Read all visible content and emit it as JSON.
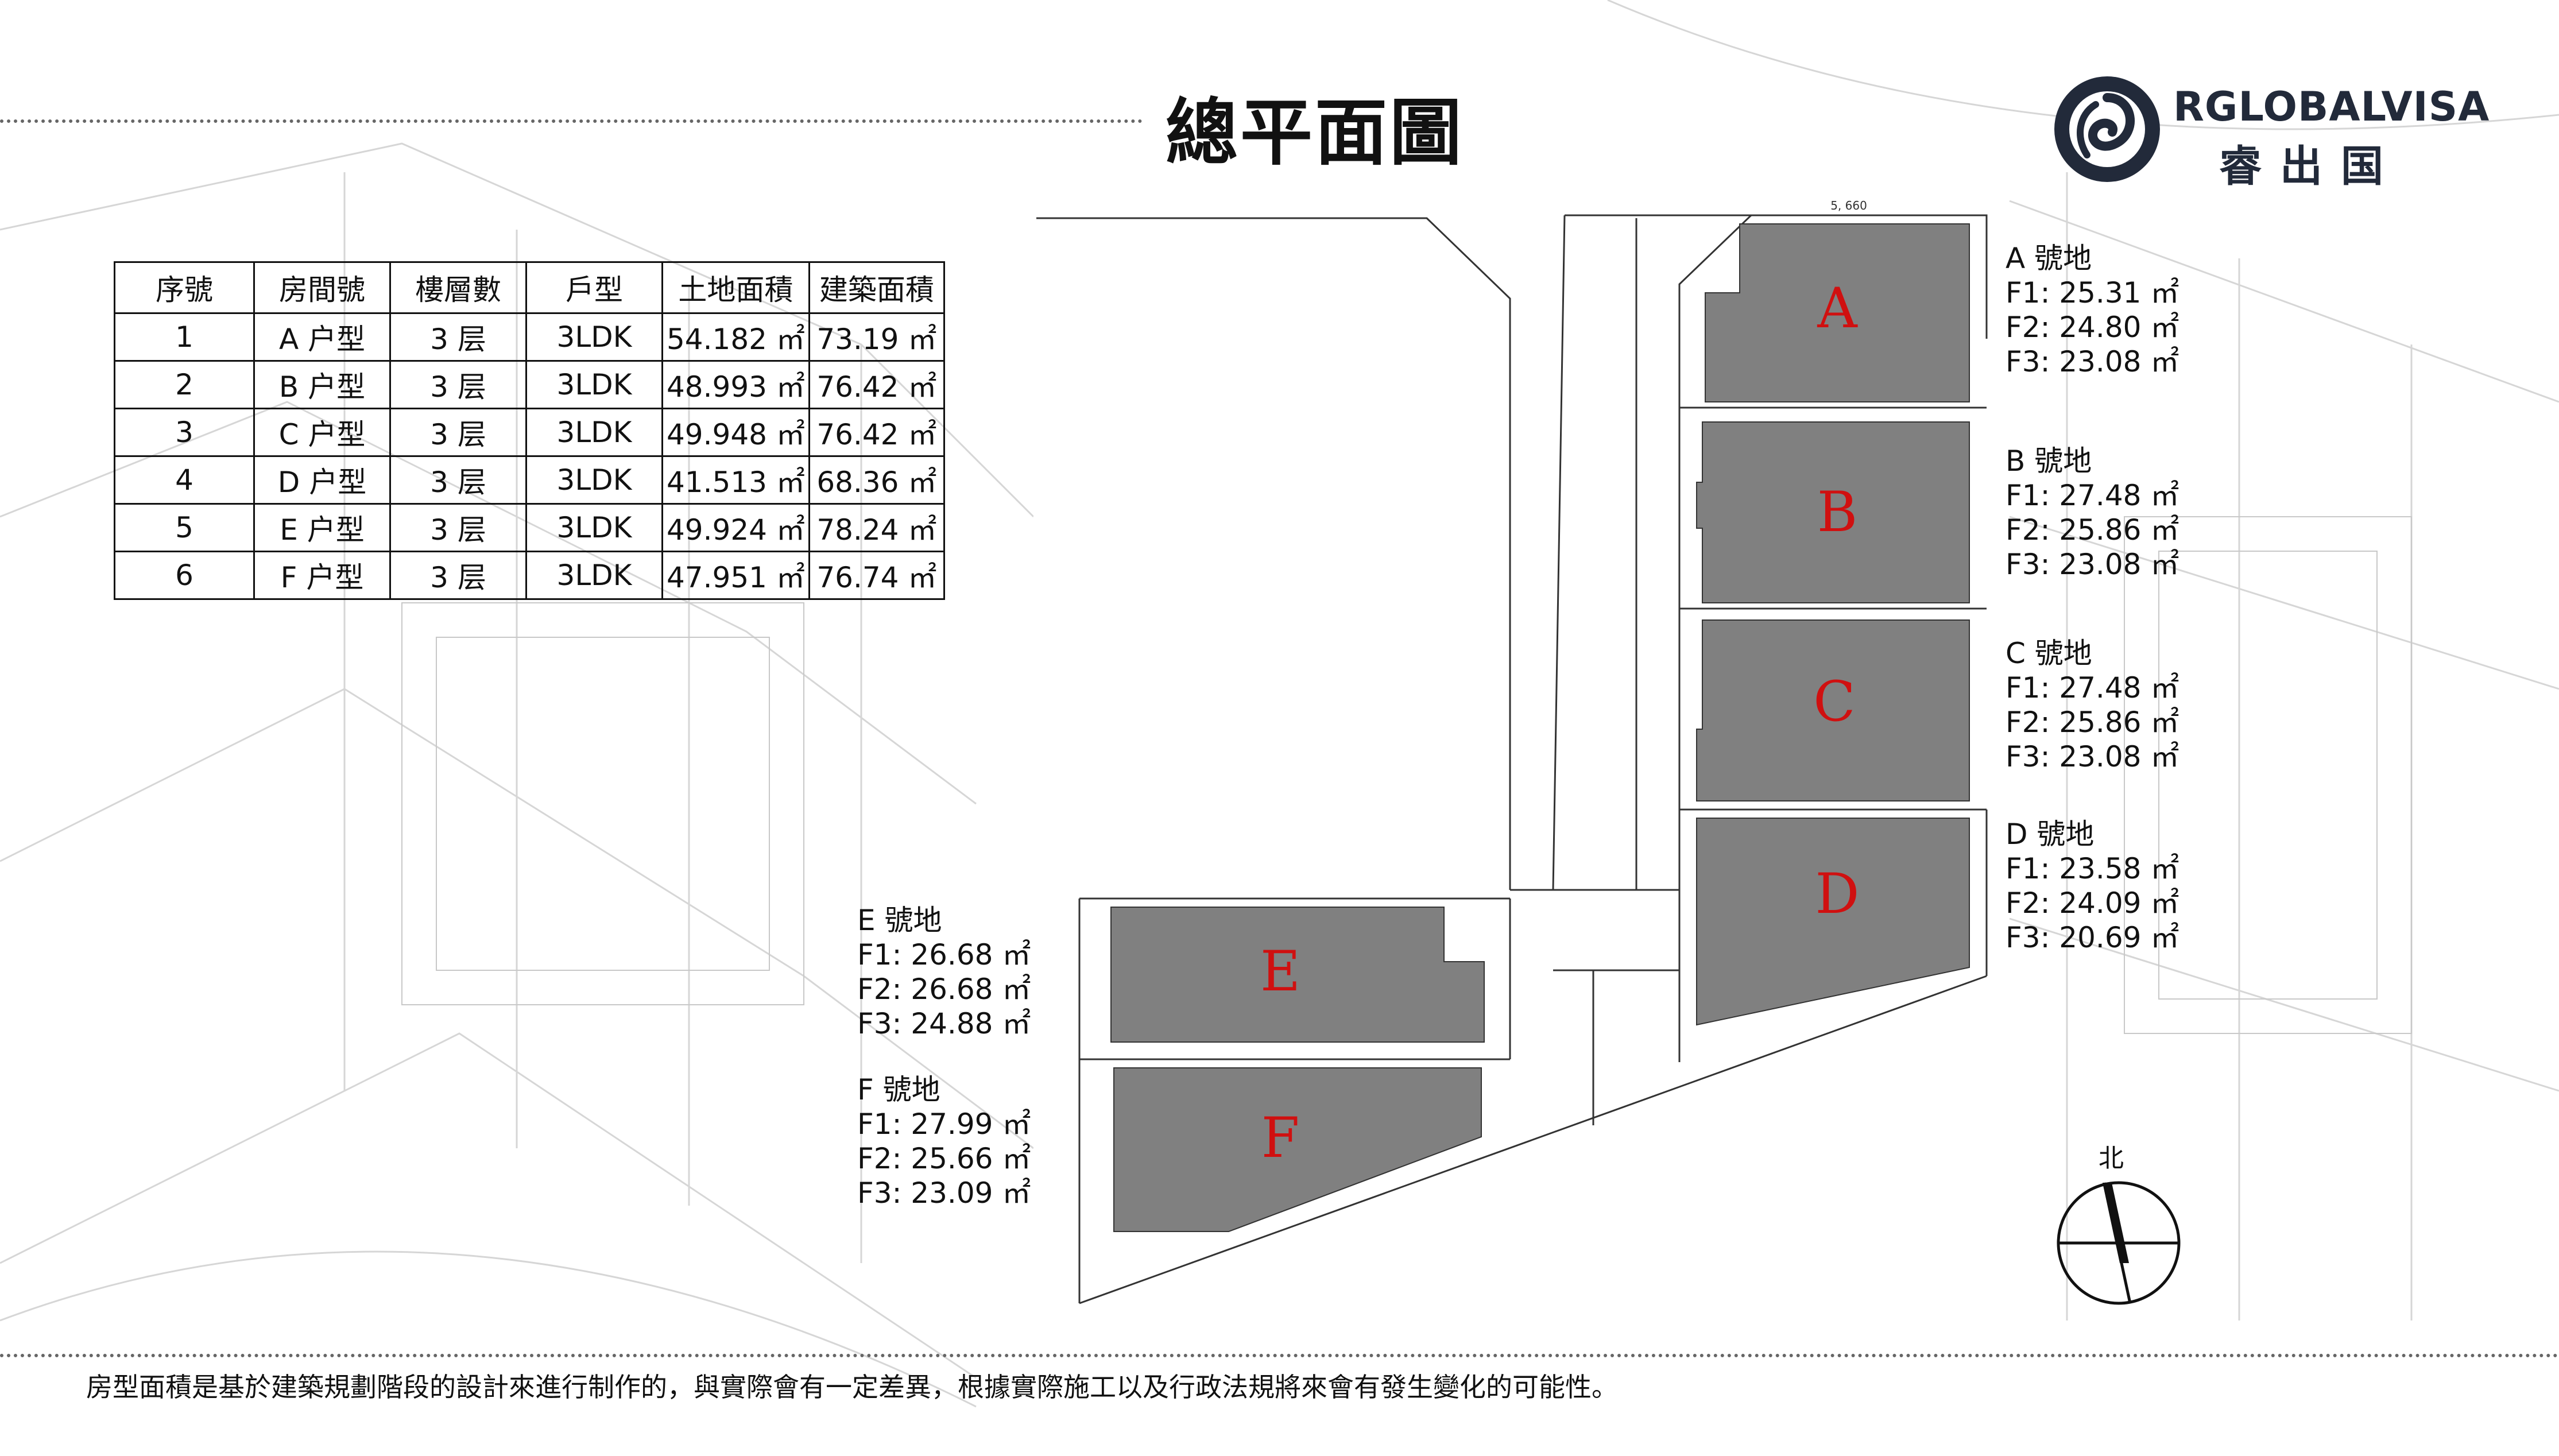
{
  "page": {
    "title": "總平面圖",
    "footnote": "房型面積是基於建築規劃階段的設計來進行制作的，與實際會有一定差異，根據實際施工以及行政法規將來會有發生變化的可能性。"
  },
  "logo": {
    "name_en": "RGLOBALVISA",
    "name_cn": "睿出国",
    "icon": "swirl-logo-icon",
    "color": "#222a3a"
  },
  "table": {
    "headers": [
      "序號",
      "房間號",
      "樓層數",
      "戶型",
      "土地面積",
      "建築面積"
    ],
    "rows": [
      [
        "1",
        "A 户型",
        "3 层",
        "3LDK",
        "54.182 ㎡",
        "73.19 ㎡"
      ],
      [
        "2",
        "B 户型",
        "3 层",
        "3LDK",
        "48.993 ㎡",
        "76.42 ㎡"
      ],
      [
        "3",
        "C 户型",
        "3 层",
        "3LDK",
        "49.948 ㎡",
        "76.42 ㎡"
      ],
      [
        "4",
        "D 户型",
        "3 层",
        "3LDK",
        "41.513 ㎡",
        "68.36 ㎡"
      ],
      [
        "5",
        "E 户型",
        "3 层",
        "3LDK",
        "49.924 ㎡",
        "78.24 ㎡"
      ],
      [
        "6",
        "F 户型",
        "3 层",
        "3LDK",
        "47.951 ㎡",
        "76.74 ㎡"
      ]
    ]
  },
  "lots": [
    {
      "title": "A 號地",
      "f1": "F1:  25.31 ㎡",
      "f2": "F2:  24.80 ㎡",
      "f3": "F3:  23.08 ㎡"
    },
    {
      "title": "B 號地",
      "f1": "F1:  27.48 ㎡",
      "f2": "F2:  25.86 ㎡",
      "f3": "F3:  23.08 ㎡"
    },
    {
      "title": "C 號地",
      "f1": "F1:  27.48 ㎡",
      "f2": "F2:  25.86 ㎡",
      "f3": "F3:  23.08 ㎡"
    },
    {
      "title": "D 號地",
      "f1": "F1:  23.58 ㎡",
      "f2": "F2:  24.09 ㎡",
      "f3": "F3:  20.69 ㎡"
    },
    {
      "title": "E 號地",
      "f1": "F1:  26.68 ㎡",
      "f2": "F2:  26.68 ㎡",
      "f3": "F3:  24.88 ㎡"
    },
    {
      "title": "F 號地",
      "f1": "F1:  27.99 ㎡",
      "f2": "F2:  25.66 ㎡",
      "f3": "F3:  23.09 ㎡"
    }
  ],
  "plan": {
    "building_letters": [
      "A",
      "B",
      "C",
      "D",
      "E",
      "F"
    ],
    "dimension_top": "5, 660",
    "letter_color": "#d01010",
    "building_color": "#808080"
  },
  "compass": {
    "label": "北",
    "icon": "north-arrow-icon"
  }
}
